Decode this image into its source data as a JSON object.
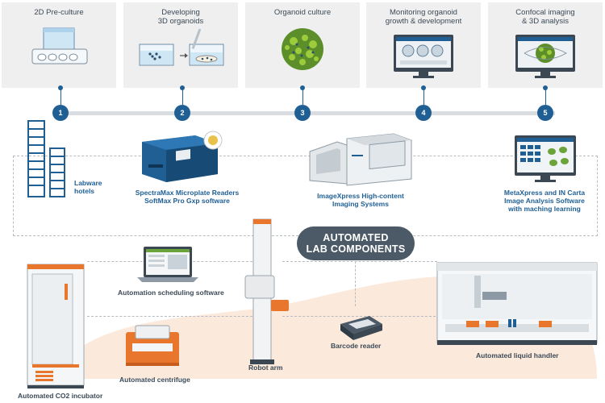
{
  "steps": [
    {
      "num": "1",
      "title": "2D Pre-culture"
    },
    {
      "num": "2",
      "title": "Developing\n3D organoids"
    },
    {
      "num": "3",
      "title": "Organoid culture"
    },
    {
      "num": "4",
      "title": "Monitoring organoid\ngrowth & development"
    },
    {
      "num": "5",
      "title": "Confocal imaging\n& 3D analysis"
    }
  ],
  "products": {
    "labware": "Labware\nhotels",
    "spectramax": "SpectraMax Microplate Readers\nSoftMax Pro Gxp software",
    "imagexpress": "ImageXpress High-content\nImaging Systems",
    "metaxpress": "MetaXpress and IN Carta\nImage Analysis Software\nwith maching learning"
  },
  "lab_components_label": "AUTOMATED\nLAB COMPONENTS",
  "components": {
    "scheduling": "Automation scheduling software",
    "robot_arm": "Robot arm",
    "barcode": "Barcode reader",
    "centrifuge": "Automated centrifuge",
    "incubator": "Automated CO2 incubator",
    "liquid_handler": "Automated liquid handler"
  },
  "colors": {
    "accent_blue": "#1f5f94",
    "orange": "#e8762d",
    "peach": "#fbe9dc",
    "card_gray": "#efefef",
    "pill": "#4b5a66"
  }
}
